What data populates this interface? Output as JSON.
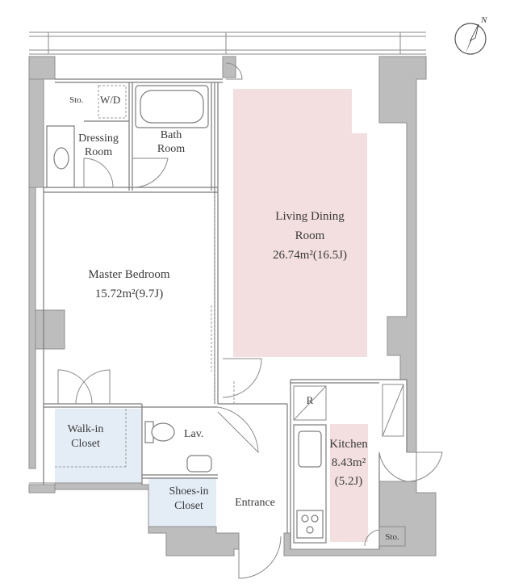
{
  "compass": {
    "north_label": "N"
  },
  "rooms": {
    "storage_top": "Sto.",
    "washer_dryer": "W/D",
    "dressing_room": [
      "Dressing",
      "Room"
    ],
    "bath_room": [
      "Bath",
      "Room"
    ],
    "living_dining": {
      "name": [
        "Living Dining",
        "Room"
      ],
      "area": "26.74m²(16.5J)"
    },
    "master_bedroom": {
      "name": "Master Bedroom",
      "area": "15.72m²(9.7J)"
    },
    "walk_in_closet": [
      "Walk-in",
      "Closet"
    ],
    "lavatory": "Lav.",
    "shoes_in_closet": [
      "Shoes-in",
      "Closet"
    ],
    "entrance": "Entrance",
    "kitchen": {
      "name": "Kitchen",
      "area_value": "8.43m²",
      "area_jo": "(5.2J)"
    },
    "refrigerator": "R",
    "storage_bottom": "Sto."
  },
  "colors": {
    "living_highlight": "#f3dfe0",
    "closet_highlight": "#e4ecf6",
    "wall": "#bdbdbd"
  }
}
